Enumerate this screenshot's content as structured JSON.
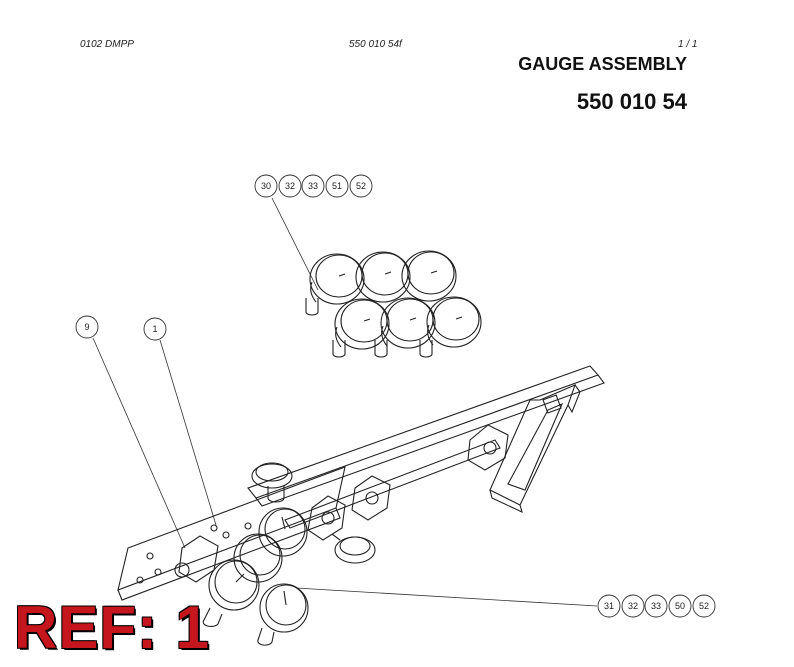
{
  "header": {
    "doc_code": "0102 DMPP",
    "part_file": "550 010 54f",
    "page": "1 /   1",
    "title": "GAUGE ASSEMBLY",
    "part_number": "550 010 54"
  },
  "callouts": {
    "top_group": [
      "30",
      "32",
      "33",
      "51",
      "52"
    ],
    "bottom_group": [
      "31",
      "32",
      "33",
      "50",
      "52"
    ],
    "item_9": "9",
    "item_1": "1"
  },
  "stamp": "REF: 1"
}
